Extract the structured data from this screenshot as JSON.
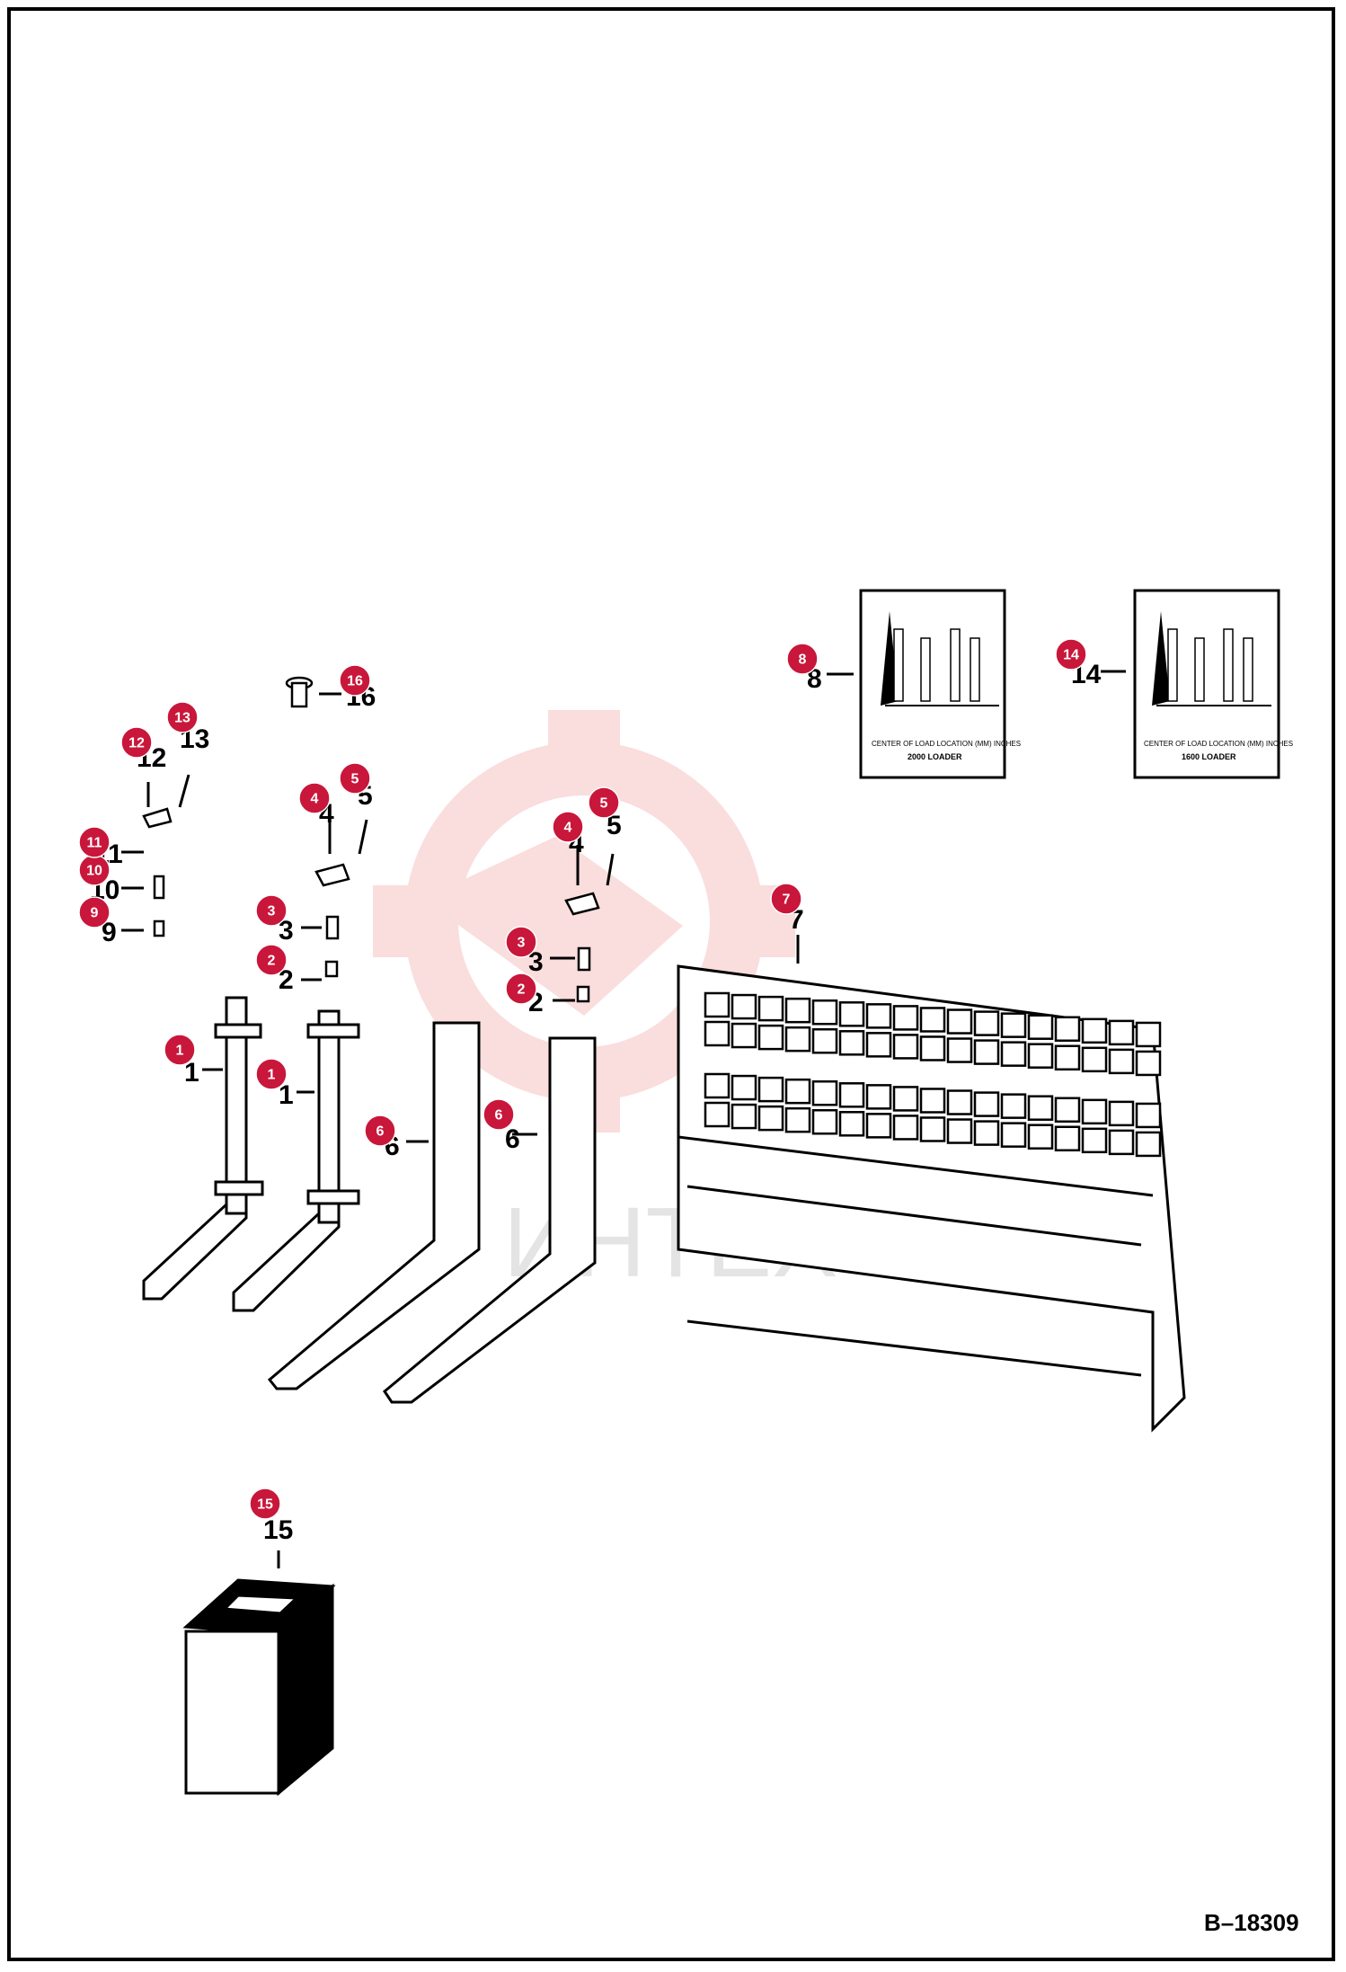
{
  "drawing_id": "B–18309",
  "watermark": "ИНТЕХ",
  "colors": {
    "callout": "#c8173a",
    "line": "#000000",
    "watermark": "#f2b8b8"
  },
  "callouts": [
    {
      "id": "c1a",
      "label": "1"
    },
    {
      "id": "c1b",
      "label": "1"
    },
    {
      "id": "c2a",
      "label": "2"
    },
    {
      "id": "c2b",
      "label": "2"
    },
    {
      "id": "c3a",
      "label": "3"
    },
    {
      "id": "c3b",
      "label": "3"
    },
    {
      "id": "c4a",
      "label": "4"
    },
    {
      "id": "c4b",
      "label": "4"
    },
    {
      "id": "c5a",
      "label": "5"
    },
    {
      "id": "c5b",
      "label": "5"
    },
    {
      "id": "c6a",
      "label": "6"
    },
    {
      "id": "c6b",
      "label": "6"
    },
    {
      "id": "c7",
      "label": "7"
    },
    {
      "id": "c8",
      "label": "8"
    },
    {
      "id": "c9",
      "label": "9"
    },
    {
      "id": "c10",
      "label": "10"
    },
    {
      "id": "c11",
      "label": "11"
    },
    {
      "id": "c12",
      "label": "12"
    },
    {
      "id": "c13",
      "label": "13"
    },
    {
      "id": "c14",
      "label": "14"
    },
    {
      "id": "c15",
      "label": "15"
    },
    {
      "id": "c16",
      "label": "16"
    }
  ],
  "part_numbers": {
    "n1a": "1",
    "n1b": "1",
    "n2a": "2",
    "n2b": "2",
    "n3a": "3",
    "n3b": "3",
    "n4a": "4",
    "n4b": "4",
    "n5a": "5",
    "n5b": "5",
    "n6a": "6",
    "n6b": "6",
    "n7": "7",
    "n8": "8",
    "n9": "9",
    "n10": "10",
    "n11": "11",
    "n12": "12",
    "n13": "13",
    "n14": "14",
    "n15": "15",
    "n16": "16"
  },
  "decals": {
    "left": {
      "footer": "CENTER OF LOAD LOCATION (MM) INCHES",
      "model": "2000 LOADER"
    },
    "right": {
      "footer": "CENTER OF LOAD LOCATION (MM) INCHES",
      "model": "1600 LOADER"
    }
  }
}
